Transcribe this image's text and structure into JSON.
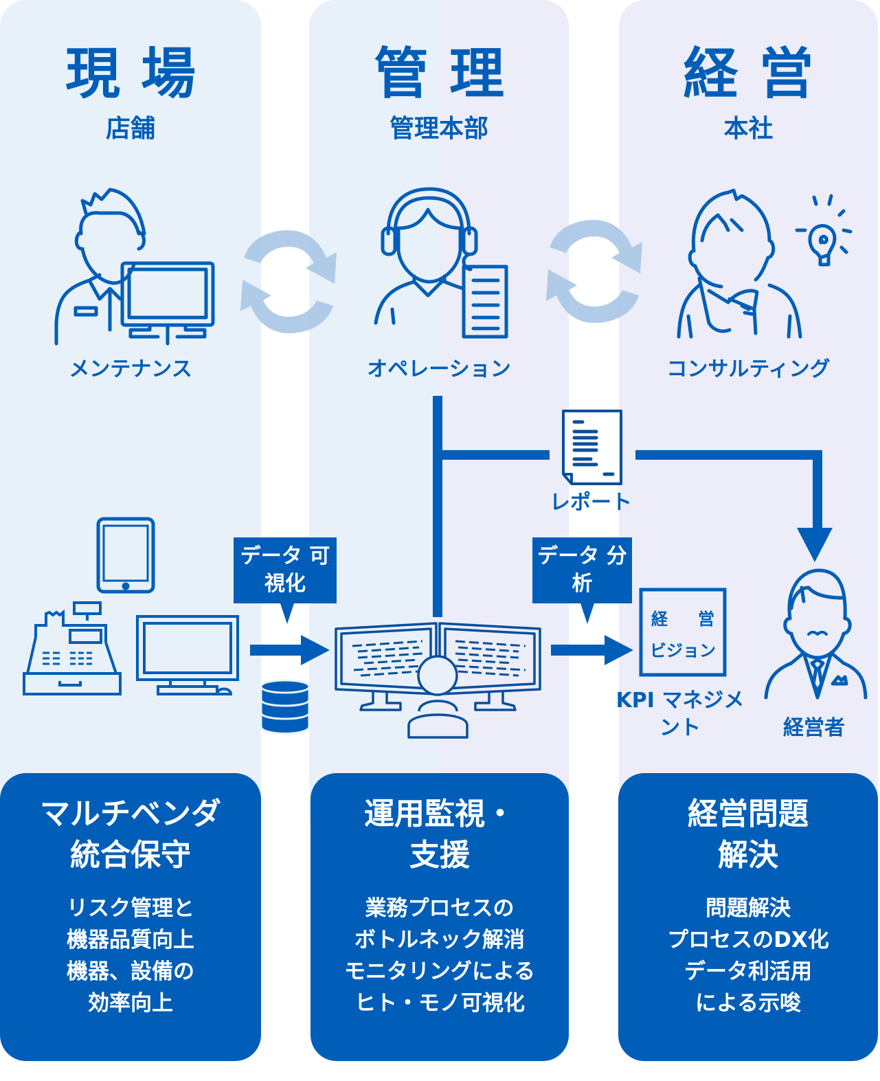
{
  "colors": {
    "brand_blue": "#005eb8",
    "column_blue": "#e8f1fa",
    "column_lavender": "#ecedf8",
    "cycle_arrow": "#a9c7e6"
  },
  "columns": [
    {
      "title": "現場",
      "subtitle": "店舗",
      "role": "メンテナンス",
      "role_icon": "technician-with-monitor-icon",
      "card": {
        "title_lines": [
          "マルチベンダ",
          "統合保守"
        ],
        "desc_lines": [
          "リスク管理と",
          "機器品質向上",
          "機器、設備の",
          "効率向上"
        ]
      }
    },
    {
      "title": "管理",
      "subtitle": "管理本部",
      "role": "オペレーション",
      "role_icon": "operator-with-headset-icon",
      "card": {
        "title_lines": [
          "運用監視・",
          "支援"
        ],
        "desc_lines": [
          "業務プロセスの",
          "ボトルネック解消",
          "モニタリングによる",
          "ヒト・モノ可視化"
        ]
      }
    },
    {
      "title": "経営",
      "subtitle": "本社",
      "role": "コンサルティング",
      "role_icon": "consultant-with-lightbulb-icon",
      "card": {
        "title_lines": [
          "経営問題",
          "解決"
        ],
        "desc_lines": [
          "問題解決",
          "プロセスのDX化",
          "データ利活用",
          "による示唆"
        ]
      }
    }
  ],
  "flow": {
    "bubble_visualize": [
      "データ",
      "可視化"
    ],
    "bubble_analyze": [
      "データ",
      "分析"
    ],
    "report_label": "レポート",
    "kpi_board": {
      "line1": [
        "経",
        "営"
      ],
      "line2": "ビジョン"
    },
    "kpi_label": [
      "KPI",
      "マネジメント"
    ],
    "executive_label": "経営者"
  }
}
